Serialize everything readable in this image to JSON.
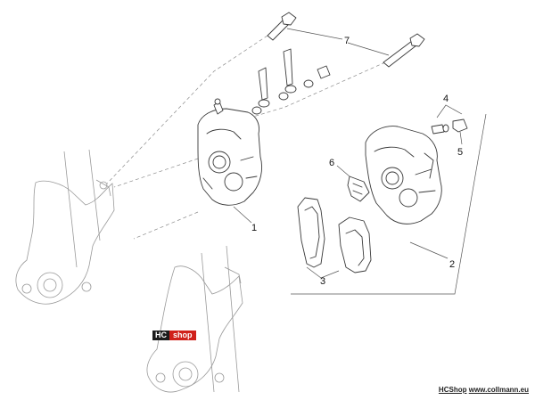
{
  "callouts": [
    "1",
    "2",
    "3",
    "4",
    "5",
    "6",
    "7"
  ],
  "badge": {
    "left": "HC",
    "right": "shop"
  },
  "footer": {
    "brand": "HCShop",
    "url": "www.collmann.eu"
  },
  "colors": {
    "badge_dark": "#1b1b1b",
    "badge_red": "#d0201b",
    "line": "#3a3a3a"
  }
}
